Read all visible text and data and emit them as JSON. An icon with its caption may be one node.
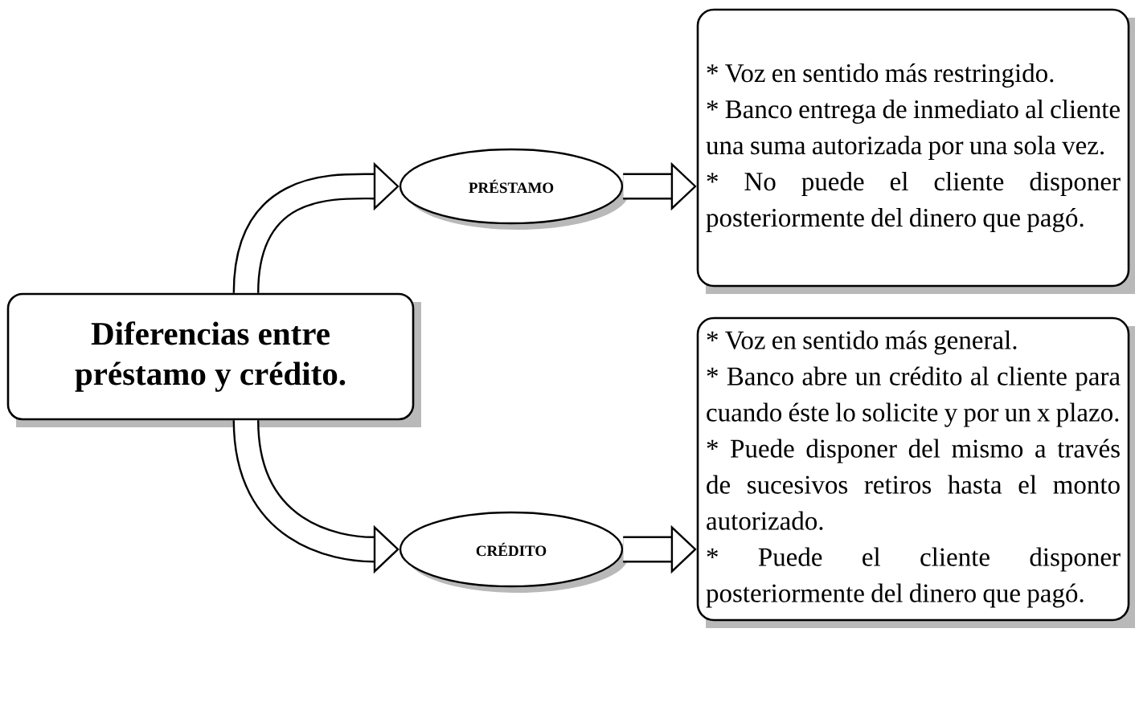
{
  "diagram": {
    "nodes": [
      {
        "text": [
          "Diferencias entre préstamo y crédito."
        ]
      },
      {
        "text": [
          "PRÉSTAMO"
        ]
      },
      {
        "text": [
          "* Voz en sentido más restringido.",
          "* Banco entrega de inmediato al cliente una suma autorizada por una sola vez.",
          "* No puede el cliente disponer posteriormente del dinero que pagó."
        ]
      },
      {
        "text": [
          "CRÉDITO"
        ]
      },
      {
        "text": [
          "* Voz en sentido más general.",
          "* Banco abre un crédito al cliente para cuando éste lo solicite y por un x plazo.",
          "* Puede disponer del mismo a través de sucesivos retiros hasta el monto autorizado.",
          "* Puede el cliente disponer posteriormente del dinero que pagó."
        ]
      }
    ],
    "edges": [
      {
        "from": 0,
        "to": 1,
        "arrow": "to"
      },
      {
        "from": 1,
        "to": 2,
        "arrow": "to"
      },
      {
        "from": 0,
        "to": 3,
        "arrow": "to"
      },
      {
        "from": 3,
        "to": 4,
        "arrow": "to"
      }
    ]
  }
}
